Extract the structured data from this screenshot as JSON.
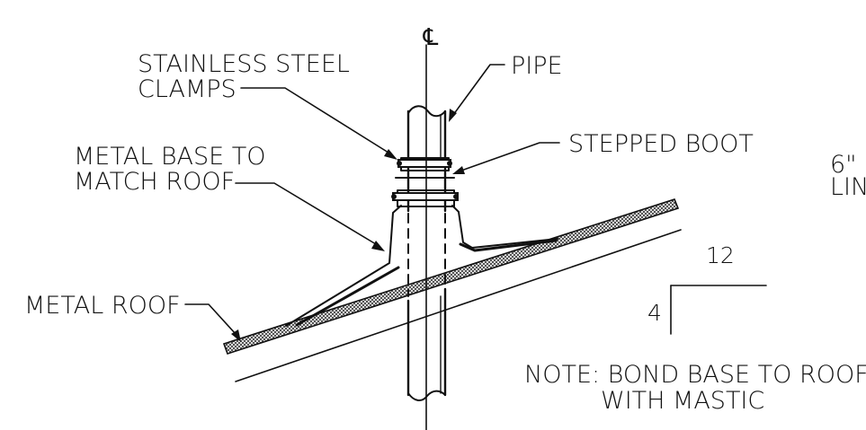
{
  "labels": {
    "centerline": "℄",
    "stainless_line1": "STAINLESS STEEL",
    "stainless_line2": "CLAMPS",
    "pipe": "PIPE",
    "metal_base_line1": "METAL BASE TO",
    "metal_base_line2": "MATCH ROOF",
    "stepped_boot": "STEPPED BOOT",
    "metal_roof": "METAL ROOF",
    "cut_off_line1": "6\"",
    "cut_off_line2": "LIN",
    "slope_run": "12",
    "slope_rise": "4",
    "note_line1": "NOTE: BOND BASE TO ROOF",
    "note_line2": "WITH MASTIC"
  },
  "colors": {
    "ink": "#111111",
    "background": "#ffffff"
  }
}
